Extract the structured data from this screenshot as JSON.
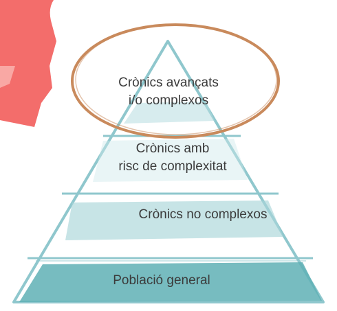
{
  "pyramid": {
    "levels": [
      {
        "id": "advanced",
        "lines": [
          "Crònics avançats",
          "i/o complexos"
        ],
        "highlighted": true
      },
      {
        "id": "risk",
        "lines": [
          "Crònics amb",
          "risc de complexitat"
        ]
      },
      {
        "id": "non-complex",
        "lines": [
          "Crònics no complexos"
        ]
      },
      {
        "id": "general",
        "lines": [
          "Població general"
        ]
      }
    ]
  },
  "colors": {
    "outline": "#8fc7cd",
    "fill": "#5fb0b5",
    "fill_light": "#b7dde0",
    "highlight_ellipse": "#c98a5c",
    "corner_shape": "#f36d6b",
    "text": "#3b3b3b"
  }
}
